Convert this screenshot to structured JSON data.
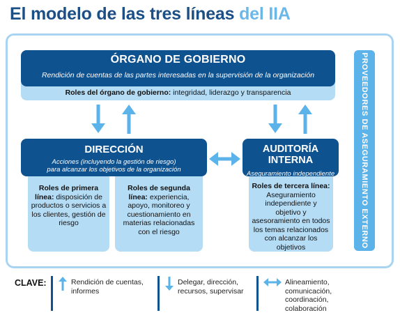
{
  "title": {
    "main": "El modelo de las tres líneas",
    "accent": "del IIA"
  },
  "governing_body": {
    "title": "ÓRGANO DE GOBIERNO",
    "subtitle": "Rendición de cuentas de las partes interesadas en la supervisión de la organización",
    "roles_label": "Roles del órgano de gobierno:",
    "roles_text": " integridad, liderazgo y transparencia"
  },
  "management": {
    "title": "DIRECCIÓN",
    "subtitle_1": "Acciones (incluyendo la gestión de riesgo)",
    "subtitle_2": "para alcanzar los objetivos de la organización",
    "first_line_label": "Roles de primera línea:",
    "first_line_text": " disposición de productos o servicios a los clientes, gestión de riesgo",
    "second_line_label": "Roles de segunda línea:",
    "second_line_text": " experiencia, apoyo, monitoreo y cuestionamiento en materias relacionadas con el riesgo"
  },
  "internal_audit": {
    "title": "AUDITORÍA INTERNA",
    "subtitle": "Aseguramiento independiente",
    "third_line_label": "Roles de tercera línea:",
    "third_line_text": " Aseguramiento independiente y objetivo y asesoramiento en todos los temas relacionados con alcanzar los objetivos"
  },
  "external_assurance": {
    "label": "PROVEEDORES DE ASEGURAMIENTO EXTERNO"
  },
  "key": {
    "label": "CLAVE:",
    "up_text": "Rendición de cuentas, informes",
    "down_text": "Delegar, dirección, recursos, supervisar",
    "both_text": "Alineamiento, comunicación, coordinación, colaboración"
  },
  "colors": {
    "dark_blue": "#0f5290",
    "light_blue": "#b5dcf5",
    "arrow_blue": "#5bb3ea",
    "frame": "#a9d4f1"
  },
  "icons": [
    "arrow-up-icon",
    "arrow-down-icon",
    "arrow-left-right-icon"
  ]
}
